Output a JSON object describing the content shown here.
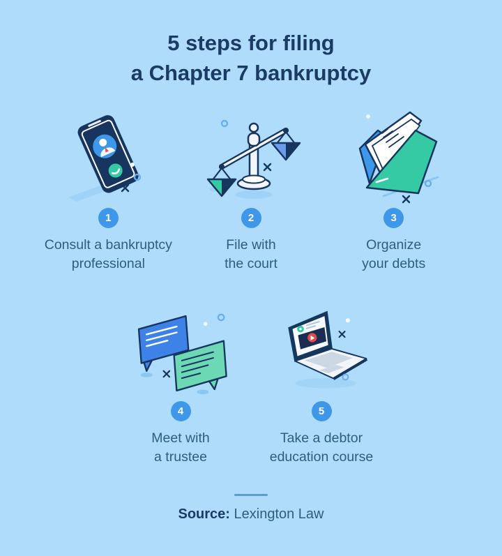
{
  "title": {
    "line1": "5 steps for filing",
    "line2": "a Chapter 7 bankruptcy"
  },
  "steps": [
    {
      "number": "1",
      "label_line1": "Consult a bankruptcy",
      "label_line2": "professional",
      "icon": "phone-call-icon"
    },
    {
      "number": "2",
      "label_line1": "File with",
      "label_line2": "the court",
      "icon": "scales-of-justice-icon"
    },
    {
      "number": "3",
      "label_line1": "Organize",
      "label_line2": "your debts",
      "icon": "folder-icon"
    },
    {
      "number": "4",
      "label_line1": "Meet with",
      "label_line2": "a trustee",
      "icon": "chat-bubbles-icon"
    },
    {
      "number": "5",
      "label_line1": "Take a debtor",
      "label_line2": "education course",
      "icon": "laptop-icon"
    }
  ],
  "footer": {
    "source_label": "Source:",
    "source_value": "Lexington Law"
  },
  "colors": {
    "background": "#aedcfa",
    "title_text": "#1b3a66",
    "body_text": "#2e5e7e",
    "step_badge": "#3e97e8",
    "accent_green": "#35c9a4",
    "accent_mint": "#6cd9b4",
    "accent_blue": "#3e82e8",
    "outline_navy": "#16355f",
    "divider": "#5e9bd8"
  }
}
